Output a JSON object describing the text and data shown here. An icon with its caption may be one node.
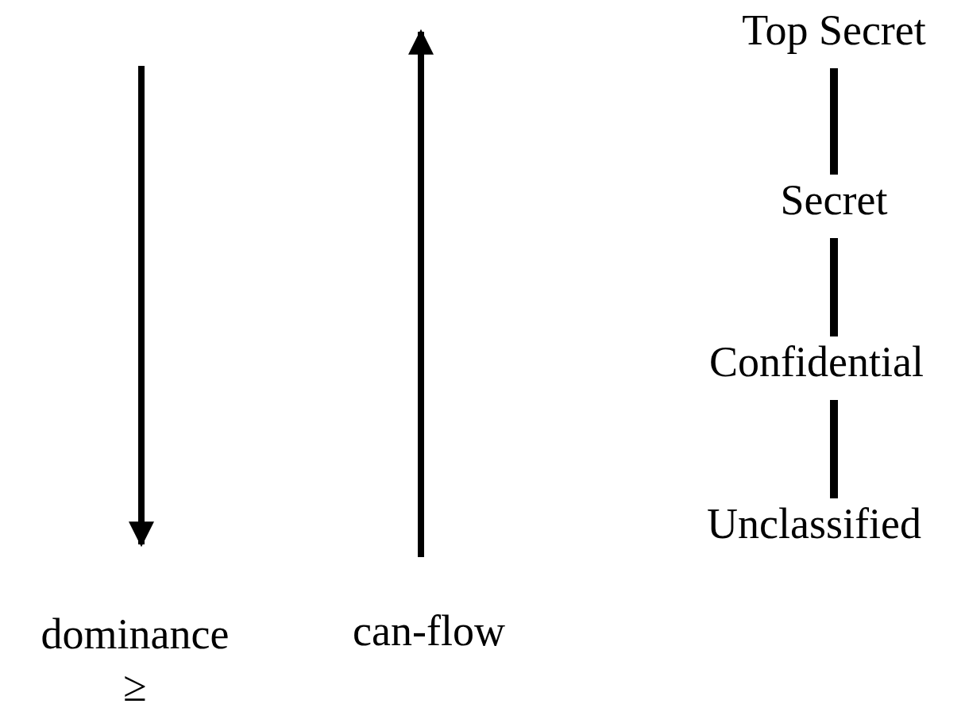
{
  "diagram": {
    "nodes": [
      {
        "text": [
          "Top Secret"
        ]
      },
      {
        "text": [
          "Secret"
        ]
      },
      {
        "text": [
          "Confidential"
        ]
      },
      {
        "text": [
          "Unclassified"
        ]
      }
    ],
    "edges": [
      {
        "from": 0,
        "to": 1,
        "arrow": "none"
      },
      {
        "from": 1,
        "to": 2,
        "arrow": "none"
      },
      {
        "from": 2,
        "to": 3,
        "arrow": "none"
      }
    ],
    "labels": [
      "dominance ≥",
      "can-flow"
    ]
  }
}
